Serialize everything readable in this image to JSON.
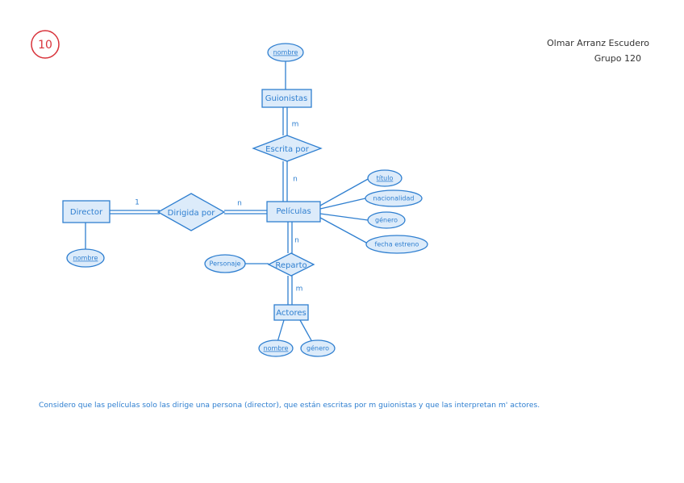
{
  "page_number": "10",
  "author": {
    "name": "Olmar Arranz Escudero",
    "group": "Grupo 120"
  },
  "entities": {
    "guionistas": "Guionistas",
    "peliculas": "Películas",
    "director": "Director",
    "actores": "Actores"
  },
  "relationships": {
    "escrita_por": "Escrita por",
    "dirigida_por": "Dirigida por",
    "reparto": "Reparto"
  },
  "attributes": {
    "guionistas_nombre": "nombre",
    "director_nombre": "nombre",
    "titulo": "título",
    "nacionalidad": "nacionalidad",
    "pelicula_genero": "género",
    "fecha_estreno": "fecha estreno",
    "personaje": "Personaje",
    "actores_nombre": "nombre",
    "actores_genero": "género"
  },
  "cardinalities": {
    "guionistas_escrita": "m",
    "escrita_peliculas": "n",
    "director_dirigida": "1",
    "dirigida_peliculas": "n",
    "peliculas_reparto": "n",
    "reparto_actores": "m"
  },
  "note": "Considero que las películas solo las dirige una persona (director), que están escritas por m guionistas y que las interpretan m' actores."
}
